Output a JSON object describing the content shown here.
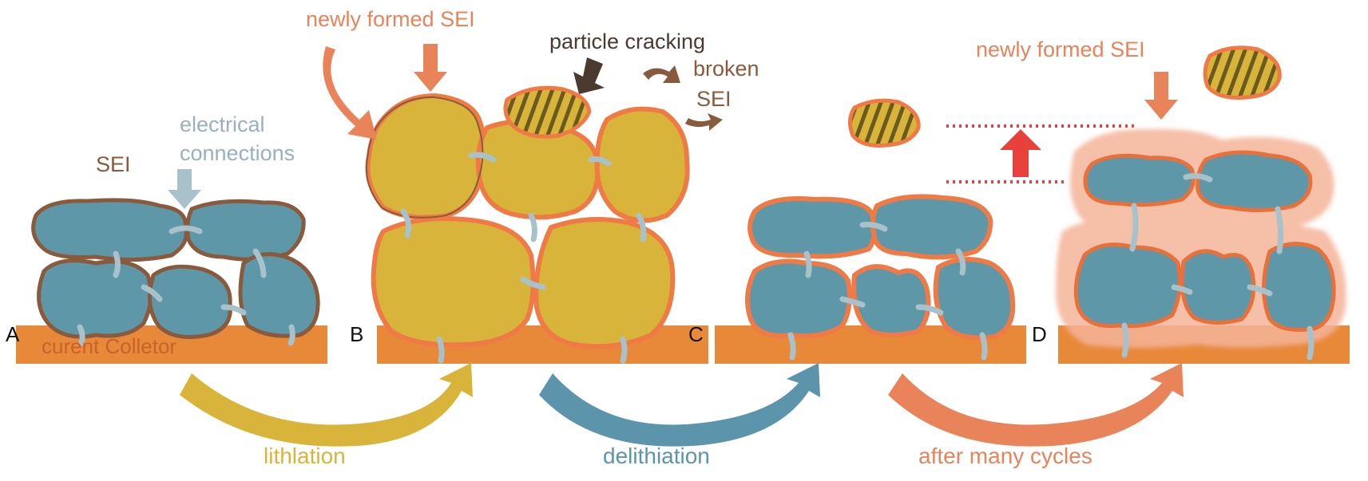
{
  "labels": {
    "panel_a": "A",
    "panel_b": "B",
    "panel_c": "C",
    "panel_d": "D",
    "current_collector": "curent Colletor",
    "sei": "SEI",
    "electrical_connections_1": "electrical",
    "electrical_connections_2": "connections",
    "newly_formed_sei_b": "newly formed SEI",
    "particle_cracking": "particle cracking",
    "broken_sei_1": "broken",
    "broken_sei_2": "SEI",
    "newly_formed_sei_d": "newly formed SEI"
  },
  "processes": [
    {
      "label": "lithlation",
      "color": "#d9b43a"
    },
    {
      "label": "delithiation",
      "color": "#5c95ab"
    },
    {
      "label": "after many cycles",
      "color": "#e8835a"
    }
  ],
  "colors": {
    "collector": "#e8893a",
    "particle_blue": "#5e97a8",
    "particle_yellow": "#d8b43a",
    "sei_brown": "#8a5a3c",
    "sei_orange": "#f07a45",
    "connection": "#a8c2cc",
    "expansion_arrow": "#e8403a",
    "thick_sei": "#f4b49a"
  }
}
